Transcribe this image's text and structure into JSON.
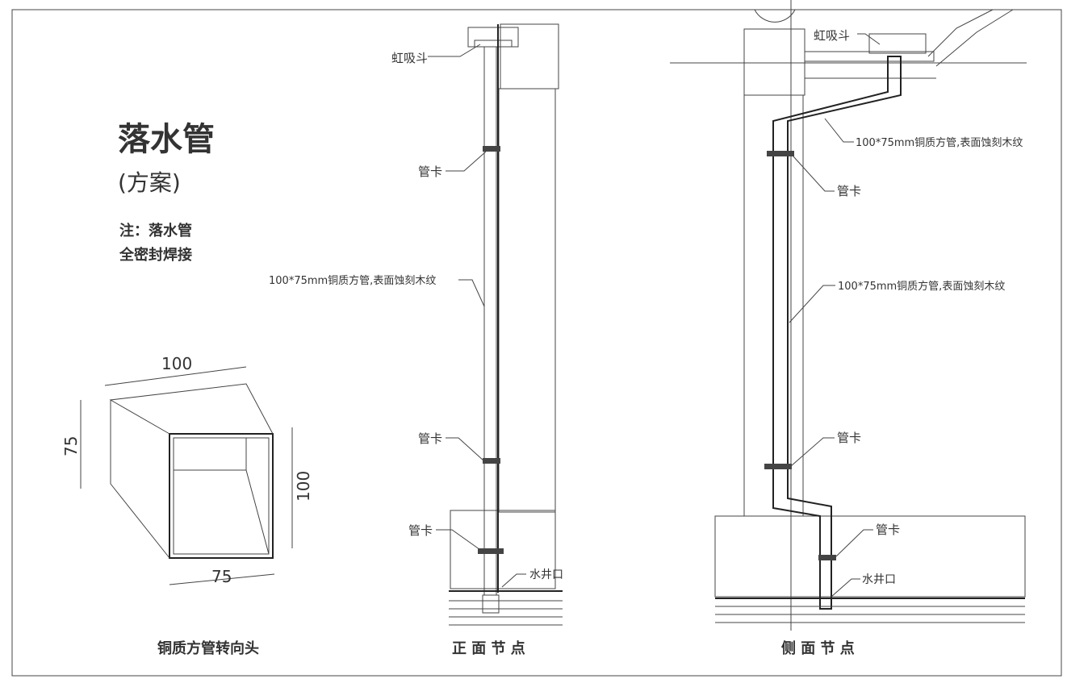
{
  "title": {
    "main": "落水管",
    "sub": "(方案)",
    "note_line1": "注：落水管",
    "note_line2": "全密封焊接"
  },
  "elbow": {
    "caption": "铜质方管转向头",
    "dim_top": "100",
    "dim_left": "75",
    "dim_right": "100",
    "dim_bottom": "75"
  },
  "front": {
    "caption": "正 面 节 点",
    "label_hopper": "虹吸斗",
    "label_clamp1": "管卡",
    "label_pipe": "100*75mm铜质方管,表面蚀刻木纹",
    "label_clamp2": "管卡",
    "label_clamp3": "管卡",
    "label_well": "水井口"
  },
  "side": {
    "caption": "侧 面 节 点",
    "label_hopper": "虹吸斗",
    "label_pipe1": "100*75mm铜质方管,表面蚀刻木纹",
    "label_clamp1": "管卡",
    "label_pipe2": "100*75mm铜质方管,表面蚀刻木纹",
    "label_clamp2": "管卡",
    "label_clamp3": "管卡",
    "label_well": "水井口"
  }
}
